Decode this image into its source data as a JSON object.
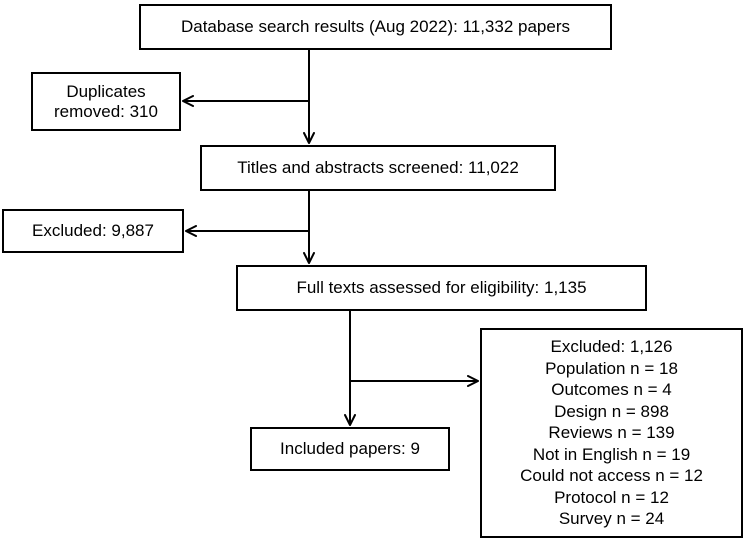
{
  "flowchart": {
    "search": {
      "label": "Database search results (Aug 2022): 11,332 papers"
    },
    "duplicates": {
      "lines": [
        "Duplicates",
        "removed: 310"
      ]
    },
    "screened": {
      "label": "Titles and abstracts screened: 11,022"
    },
    "excluded_screening": {
      "label": "Excluded: 9,887"
    },
    "fulltext": {
      "label": "Full texts assessed for eligibility: 1,135"
    },
    "included": {
      "label": "Included papers: 9"
    },
    "excluded_fulltext": {
      "lines": [
        "Excluded: 1,126",
        "Population n = 18",
        "Outcomes n = 4",
        "Design n = 898",
        "Reviews n = 139",
        "Not in English n = 19",
        "Could not access n = 12",
        "Protocol n = 12",
        "Survey n = 24"
      ]
    }
  }
}
